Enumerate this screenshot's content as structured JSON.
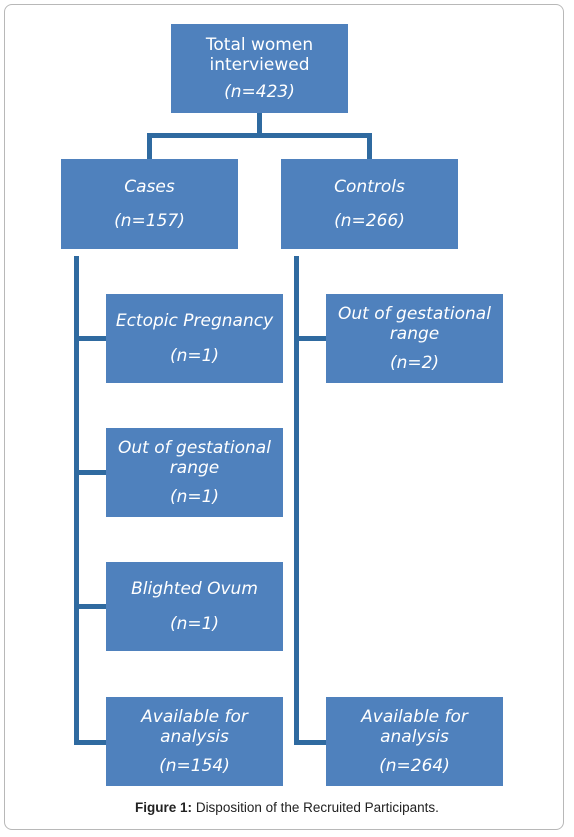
{
  "root": {
    "label": "Total women interviewed",
    "count": "(n=423)"
  },
  "cases": {
    "label": "Cases",
    "count": "(n=157)",
    "items": [
      {
        "label": "Ectopic Pregnancy",
        "count": "(n=1)"
      },
      {
        "label": "Out of gestational range",
        "count": "(n=1)"
      },
      {
        "label": "Blighted Ovum",
        "count": "(n=1)"
      },
      {
        "label": "Available for analysis",
        "count": "(n=154)"
      }
    ]
  },
  "controls": {
    "label": "Controls",
    "count": "(n=266)",
    "items": [
      {
        "label": "Out of gestational range",
        "count": "(n=2)"
      },
      {
        "label": "Available for analysis",
        "count": "(n=264)"
      }
    ]
  },
  "caption": {
    "prefix": "Figure 1:",
    "text": " Disposition of the Recruited Participants."
  },
  "colors": {
    "box": "#4f81bd",
    "connector": "#2f6aa0",
    "text": "#ffffff"
  }
}
